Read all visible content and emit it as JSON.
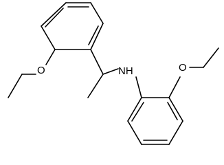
{
  "molecule": {
    "atoms": {
      "o_left": "O",
      "nh": "NH",
      "o_right": "O"
    },
    "bond_color": "#000000"
  }
}
